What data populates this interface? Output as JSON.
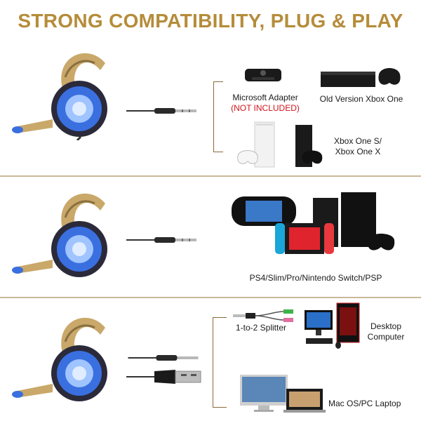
{
  "title": "STRONG COMPATIBILITY, PLUG & PLAY",
  "colors": {
    "title": "#b58c3a",
    "divider": "#c9b89a",
    "bracket": "#8a6a3a",
    "note_red": "#d0141a",
    "headset_camo": "#c9a86a",
    "headset_led": "#3a6fe0"
  },
  "sections": [
    {
      "devices": [
        {
          "label": "Microsoft Adapter",
          "note": "(NOT INCLUDED)",
          "icon": "xbox-adapter"
        },
        {
          "label": "Old Version Xbox One",
          "icon": "xbox-one-console"
        },
        {
          "label": "Xbox One S/\nXbox One X",
          "icon": "xbox-one-s-x-consoles"
        }
      ],
      "cable": "3.5mm-jack"
    },
    {
      "devices": [
        {
          "label": "PS4/Slim/Pro/Nintendo Switch/PSP",
          "icon": "ps4-switch-psp"
        }
      ],
      "cable": "3.5mm-jack"
    },
    {
      "devices": [
        {
          "label": "1-to-2 Splitter",
          "icon": "splitter-cable"
        },
        {
          "label": "Desktop\nComputer",
          "icon": "desktop-pc"
        },
        {
          "label": "Mac OS/PC Laptop",
          "icon": "mac-laptop"
        }
      ],
      "cable": "3.5mm-jack-and-usb"
    }
  ]
}
